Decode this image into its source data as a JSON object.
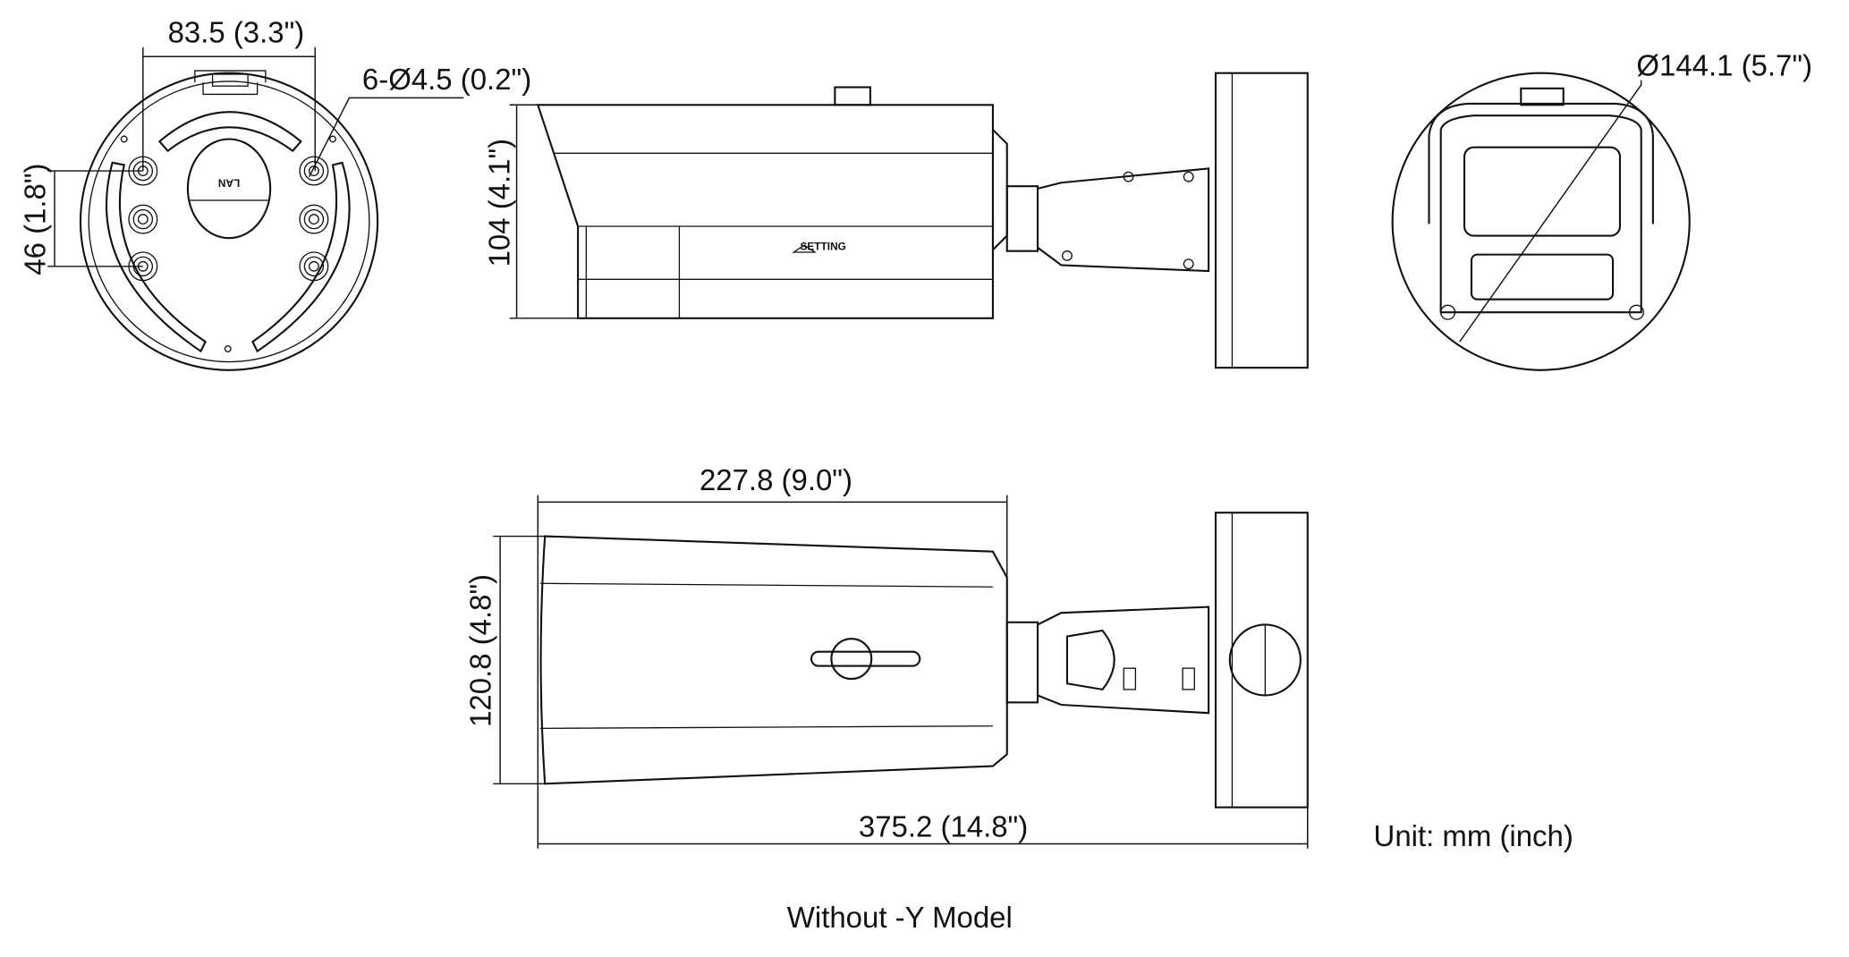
{
  "dimensions": {
    "mount_width": "83.5 (3.3\")",
    "hole_spec": "6-Ø4.5 (0.2\")",
    "hole_spacing": "46 (1.8\")",
    "height": "104 (4.1\")",
    "diameter": "Ø144.1 (5.7\")",
    "housing_length": "227.8 (9.0\")",
    "housing_height": "120.8 (4.8\")",
    "total_length": "375.2 (14.8\")"
  },
  "labels": {
    "lan": "LAN",
    "setting": "SETTING",
    "unit": "Unit: mm (inch)",
    "caption": "Without -Y Model"
  }
}
